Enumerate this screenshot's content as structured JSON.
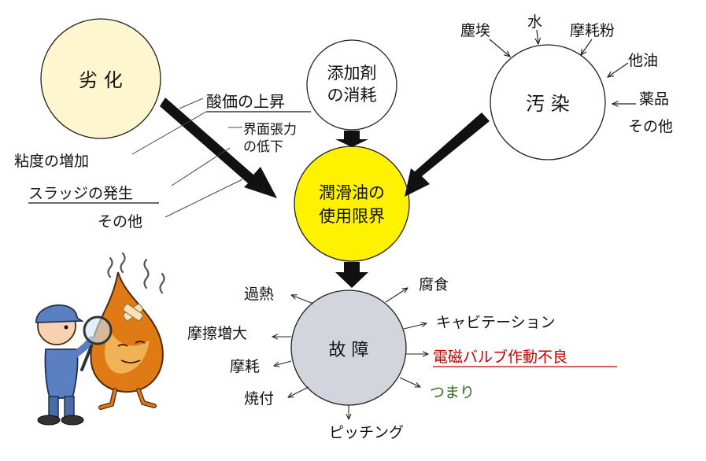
{
  "nodes": {
    "deterioration": "劣 化",
    "additive": [
      "添加剤",
      "の消耗"
    ],
    "contamination": "汚 染",
    "limit": [
      "潤滑油の",
      "使用限界"
    ],
    "failure": "故 障"
  },
  "deterioration_causes": {
    "acid": "酸価の上昇",
    "tension": [
      "界面張力",
      "の低下"
    ],
    "viscosity": "粘度の増加",
    "sludge": "スラッジの発生",
    "other": "その他"
  },
  "contaminants": {
    "dust": "塵埃",
    "water": "水",
    "wear_powder": "摩耗粉",
    "other_oil": "他油",
    "chemicals": "薬品",
    "other": "その他"
  },
  "failures": {
    "overheat": "過熱",
    "corrosion": "腐食",
    "cavitation": "キャビテーション",
    "friction": "摩擦増大",
    "valve": "電磁バルブ作動不良",
    "wear": "摩耗",
    "clog": "つまり",
    "seizure": "焼付",
    "pitting": "ピッチング"
  },
  "colors": {
    "deterioration_fill": "#fdf6cf",
    "limit_fill": "#fff200",
    "failure_fill": "#d3d4dc",
    "highlight_red": "#c00000",
    "highlight_green": "#3a6b1e"
  },
  "illustration": {
    "icon": "inspector-with-magnifier-and-oil-drop-icon"
  }
}
